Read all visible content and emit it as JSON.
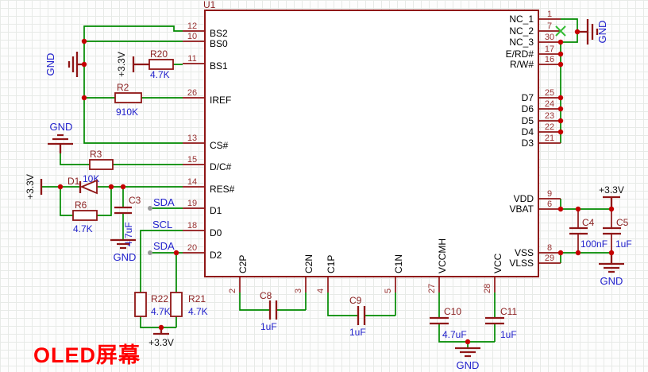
{
  "title": "OLED屏幕",
  "ic": {
    "ref": "U1",
    "left_pins": [
      {
        "n": "12",
        "name": "BS2"
      },
      {
        "n": "10",
        "name": "BS0"
      },
      {
        "n": "11",
        "name": "BS1"
      },
      {
        "n": "26",
        "name": "IREF"
      },
      {
        "n": "13",
        "name": "CS#"
      },
      {
        "n": "15",
        "name": "D/C#"
      },
      {
        "n": "14",
        "name": "RES#"
      },
      {
        "n": "19",
        "name": "D1"
      },
      {
        "n": "18",
        "name": "D0"
      },
      {
        "n": "20",
        "name": "D2"
      }
    ],
    "right_pins": [
      {
        "n": "1",
        "name": "NC_1"
      },
      {
        "n": "7",
        "name": "NC_2"
      },
      {
        "n": "30",
        "name": "NC_3"
      },
      {
        "n": "17",
        "name": "E/RD#"
      },
      {
        "n": "16",
        "name": "R/W#"
      },
      {
        "n": "25",
        "name": "D7"
      },
      {
        "n": "24",
        "name": "D6"
      },
      {
        "n": "23",
        "name": "D5"
      },
      {
        "n": "22",
        "name": "D4"
      },
      {
        "n": "21",
        "name": "D3"
      },
      {
        "n": "9",
        "name": "VDD"
      },
      {
        "n": "6",
        "name": "VBAT"
      },
      {
        "n": "8",
        "name": "VSS"
      },
      {
        "n": "29",
        "name": "VLSS"
      }
    ],
    "bottom_pins": [
      {
        "n": "2",
        "name": "C2P"
      },
      {
        "n": "3",
        "name": "C2N"
      },
      {
        "n": "4",
        "name": "C1P"
      },
      {
        "n": "5",
        "name": "C1N"
      },
      {
        "n": "27",
        "name": "VCCMH"
      },
      {
        "n": "28",
        "name": "VCC"
      }
    ]
  },
  "components": {
    "r20": {
      "ref": "R20",
      "value": "4.7K"
    },
    "r2": {
      "ref": "R2",
      "value": "910K"
    },
    "r3": {
      "ref": "R3",
      "value": "10K"
    },
    "r6": {
      "ref": "R6",
      "value": "4.7K"
    },
    "r22": {
      "ref": "R22",
      "value": "4.7K"
    },
    "r21": {
      "ref": "R21",
      "value": "4.7K"
    },
    "d1": {
      "ref": "D1"
    },
    "c3": {
      "ref": "C3",
      "value": "4.7uF"
    },
    "c4": {
      "ref": "C4",
      "value": "100nF"
    },
    "c5": {
      "ref": "C5",
      "value": "1uF"
    },
    "c8": {
      "ref": "C8",
      "value": "1uF"
    },
    "c9": {
      "ref": "C9",
      "value": "1uF"
    },
    "c10": {
      "ref": "C10",
      "value": "4.7uF"
    },
    "c11": {
      "ref": "C11",
      "value": "1uF"
    }
  },
  "nets": {
    "gnd": "GND",
    "v33": "+3.3V",
    "sda": "SDA",
    "scl": "SCL"
  },
  "colors": {
    "wire": "#008A00",
    "component": "#8F1616",
    "value_text": "#2222CC",
    "net_label": "#2222CC",
    "pin_name": "#000000",
    "pin_number": "#993333",
    "junction": "#C40000",
    "no_connect": "#33BB33",
    "title": "#FF0000"
  }
}
